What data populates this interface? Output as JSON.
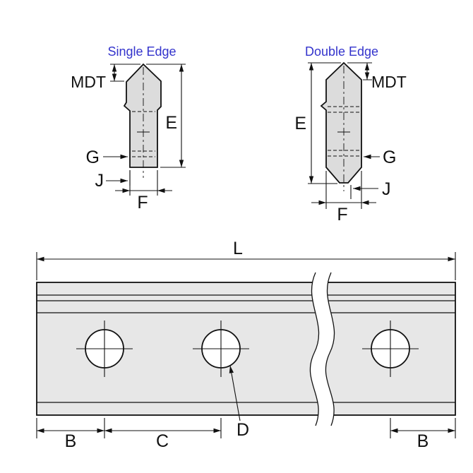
{
  "single_edge": {
    "title": "Single Edge",
    "dim_mdt": "MDT",
    "dim_e": "E",
    "dim_g": "G",
    "dim_j": "J",
    "dim_f": "F"
  },
  "double_edge": {
    "title": "Double Edge",
    "dim_mdt": "MDT",
    "dim_e": "E",
    "dim_g": "G",
    "dim_j": "J",
    "dim_f": "F"
  },
  "rail_view": {
    "dim_l": "L",
    "dim_b_left": "B",
    "dim_c": "C",
    "dim_d": "D",
    "dim_b_right": "B"
  },
  "colors": {
    "title_blue": "#3333cc",
    "line_color": "#111111",
    "profile_fill": "#dcdcdc",
    "rail_fill": "#e7e7e7",
    "white_fill": "#ffffff"
  }
}
